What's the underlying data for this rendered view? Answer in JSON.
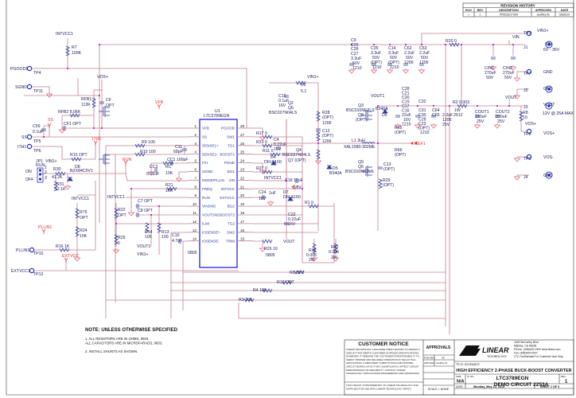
{
  "colors": {
    "wire": "#c0808e",
    "component": "#2a3aa0",
    "net_flag": "#e03030",
    "junction": "#e020e0",
    "ground": "#e06a80"
  },
  "revision_history": {
    "title": "REVISION HISTORY",
    "headers": [
      "ECO",
      "REV",
      "DESCRIPTION",
      "APPROVED",
      "DATE"
    ],
    "rows": [
      [
        "—",
        "1",
        "PRODUCTION",
        "Jeoffrey M.",
        "5/6/2014"
      ]
    ]
  },
  "ic": {
    "ref": "U1",
    "part": "LTC3789EGN",
    "left_pins": [
      [
        "1",
        "VFB"
      ],
      [
        "2",
        "SS"
      ],
      [
        "3",
        "SENSE1+"
      ],
      [
        "4",
        "SENSE1-"
      ],
      [
        "5",
        "ITH"
      ],
      [
        "6",
        "SGND"
      ],
      [
        "7",
        "MODE/PLLIN"
      ],
      [
        "8",
        "FREQ"
      ],
      [
        "9",
        "RUN"
      ],
      [
        "10",
        "VINSNS"
      ],
      [
        "11",
        "VOUTSNS"
      ],
      [
        "12",
        "ILIM"
      ],
      [
        "13",
        "IOSENSE+"
      ],
      [
        "14",
        "IOSENSE-"
      ]
    ],
    "right_pins": [
      [
        "28",
        "PGOOD"
      ],
      [
        "27",
        "SW1"
      ],
      [
        "26",
        "TG1"
      ],
      [
        "25",
        "BOOST1"
      ],
      [
        "24",
        "PGND"
      ],
      [
        "23",
        "BG1"
      ],
      [
        "22",
        "VIN"
      ],
      [
        "21",
        "INTVCC"
      ],
      [
        "20",
        "EXTVCC"
      ],
      [
        "19",
        "BG2"
      ],
      [
        "18",
        "BOOST2"
      ],
      [
        "17",
        "TG2"
      ],
      [
        "16",
        "SW2"
      ],
      [
        "15",
        "TRIM"
      ]
    ]
  },
  "labels": {
    "intvcc_a": "INTVCC1",
    "r7": "R7",
    "r7v": "100K",
    "pgood1": "PGOOD1",
    "tp4": "TP4",
    "sgnd": "SGND",
    "tp11": "TP11",
    "vos_a": "VOS+",
    "rfb1": "RFB1",
    "rfb1v": "113K",
    "cf": "CF",
    "cfv": "OPT",
    "rfb2": "RFB2   8.06K",
    "cf1": "CF1   OPT",
    "c59": "C59",
    "c59v": "0.1uF",
    "ss_flag": "SS",
    "ss": "SS",
    "tp5": "TP5",
    "ith1": "ITH1",
    "tp6": "TP6",
    "ith1_flag": "ITH1",
    "r15": "R15   OPT",
    "r9": "R9        100",
    "r10": "R10      100",
    "vfb_flag": "VFB",
    "c11": "C11",
    "c11v": "68pF",
    "jp1": "JP1",
    "jp1run": "RUN",
    "vin1_a": "VIN1+",
    "on": "ON",
    "off": "OFF",
    "jp1_1": "1",
    "jp1_2": "2",
    "jp1_3": "3",
    "r30": "R30",
    "r30v": "41.2K",
    "d8": "D8",
    "d8v": "BZX84C5V1",
    "r31": "R31",
    "r31v": "12.1K",
    "run_flag": "RUN",
    "cc1": "CC1   100pF",
    "cc2": "CC2",
    "cc2v": "0.01uF",
    "rc": "RC",
    "rcv": "10K",
    "r21": "R21",
    "r21v": "10K",
    "intvcc_b": "INTVCC1",
    "r75": "R75",
    "r75v": "OPT",
    "r24": "R24",
    "r24v": "10K",
    "pllin_flag": "PLLIN1",
    "pllin1": "PLLIN1",
    "tp10": "TP10",
    "r16": "R16  1K",
    "extvcc_flag": "EXTVCC",
    "extvcc1": "EXTVCC1",
    "tp12": "TP12",
    "intvcc_c": "INTVCC1",
    "r22": "R22",
    "r22v": "OPT",
    "r25": "R25",
    "r25v": "0",
    "c7": "C7    OPT",
    "c8": "C8    OPT",
    "r14": "R14",
    "r14v": "100",
    "r13": "R13",
    "r13v": "100",
    "vout1_a": "VOUT1",
    "vin1_b": "VIN1+",
    "c10": "C10",
    "c10v": "4.7uF",
    "c10p": "0805",
    "r5": "R5",
    "r5v": "5.1",
    "vin1_c": "VIN1+",
    "c15": "C15",
    "c15v": "0.1uF",
    "c15r": "16V",
    "q2": "Q2",
    "q6": "Q6",
    "q2v": "BSC027N04LS",
    "r28": "R28",
    "r28v": "(OPT)",
    "r28p": "1206",
    "c12": "C12",
    "c12v": "(OPT)",
    "c12p": "1206",
    "r17": "R17   0",
    "r23": "R23   0",
    "r11": "R11    0",
    "r27": "R27   0",
    "c4": "C4",
    "c4v": "0.22uF",
    "c4r": "16V",
    "d4": "D4",
    "d4v": "DFLS160",
    "q4": "Q4",
    "q4v": "BSC027N04LS",
    "q7": "Q7 (OPT)",
    "d5": "D5",
    "d5v": "B340A",
    "intvcc_d": "INTVCC1",
    "c18": "C18    10uF",
    "c18r": "6.3V",
    "c24": "C24",
    "c24v": "1uF",
    "c24r": "16V",
    "d7": "D7",
    "d7v": "DFLS160",
    "r1": "R1   0",
    "c22": "C22",
    "c22v": "0.22uF",
    "c22r": "16V",
    "r26": "R26  10",
    "r26p": "0805",
    "vout_a": "VOUT",
    "r18": "R18",
    "r18v": "0.006",
    "r18w": "2W",
    "r32": "R32",
    "r32v": "0.006",
    "r32w": "2W",
    "r6": "R6    OPT",
    "r12": "R12  OPT",
    "r4": "R4      100",
    "r3": "R3    100",
    "c9": "C9",
    "c25": "C25",
    "c26": "C26",
    "c27": "C27",
    "c27v": "3.3uF",
    "c27r": "50V",
    "c27p": "1210",
    "c35": "C35",
    "c35v": "3.3uF",
    "c35r": "50V",
    "c35o": "(OPT)",
    "c35p": "1210",
    "c14": "C14",
    "c14v": "3.3uF",
    "c14r": "50V",
    "c14o": "(OPT)",
    "c14p": "1210",
    "c62": "C62",
    "c62v": "2.2uF",
    "c62r": "50V",
    "c62p": "1206",
    "c63": "C63",
    "c63v": "2.2uF",
    "c63r": "50V",
    "c63p": "1206",
    "r20": "R20   0",
    "vin_flag": "VIN",
    "tp3": "TP3",
    "vin1_d": "VIN1+",
    "j1": "J1",
    "vin": "VIN",
    "vin_range": "6V - 36V",
    "cin1": "CIN1",
    "cin1v": "270uF",
    "cin1r": "50V",
    "cin2": "CIN2",
    "cin2v": "270uF",
    "cin2r": "50V",
    "tp7": "TP7",
    "gnd1": "GND",
    "j2": "J2",
    "gnd2": "GND",
    "vout1_b": "VOUT1",
    "q3": "Q3",
    "q3v": "BSC010NE2LS",
    "q8": "Q8",
    "q8v": "(OPT)",
    "b340a": "B340A",
    "d6": "D6",
    "c28": "C28",
    "c21": "C21",
    "c20": "C20",
    "c19": "C19",
    "c17": "C17",
    "c16": "C16",
    "c16v": "22uF",
    "c16r": "16V",
    "c16p": "1210",
    "c32": "C32",
    "c31": "C31",
    "c30": "C30",
    "c29": "C29",
    "c23": "C23",
    "c23v": "(OPT)",
    "c23p": "1210",
    "c64": "C64",
    "c65": "C65",
    "c65v": "2.2uF",
    "c65p": "1206",
    "c65r": "25V",
    "l1": "L1   3uH",
    "l1v": "XAL1580-302ME",
    "r65": "R65",
    "r65v": "(OPT)",
    "iref": "IREF1",
    "r66": "R66",
    "r66v": "(OPT)",
    "q9": "Q9",
    "q5": "Q5",
    "q5v": "BSC010NE2LS",
    "c13": "C13",
    "c13v": "(OPT)",
    "r29": "R29",
    "r29v": "(OPT)",
    "r2": "R2   0.003",
    "r2w": "1W",
    "r2p": "2512",
    "cout1": "COUT1",
    "cout1v": "330uF",
    "cout1r": "25V",
    "cout2": "COUT2",
    "cout2v": "330uF",
    "cout2r": "25V",
    "vout_b": "VOUT",
    "j3": "J3",
    "vout": "VOUT",
    "vout_rating": "12V @ 25A MAX",
    "r8": "R8",
    "r8v": "10",
    "vos_b": "VOS+",
    "tp2": "TP2",
    "vos_plus": "VOS+",
    "tp1": "TP1",
    "vos_minus": "VOS-",
    "j4": "J4",
    "gnd3": "GND"
  },
  "notes": {
    "title": "NOTE: UNLESS OTHERWISE SPECIFIED",
    "lines": [
      "1.  ALL RESISTORS ARE IN OHMS, 0603.",
      "     ALL CAPACITORS ARE IN MICROFARADS, 0603.",
      "2.  INSTALL SHUNTS AS SHOWN."
    ]
  },
  "title_block": {
    "notice_title": "CUSTOMER NOTICE",
    "notice_lines": [
      "LINEAR TECHNOLOGY HAS MADE A BEST EFFORT TO DESIGN A",
      "CIRCUIT THAT MEETS CUSTOMER-SUPPLIED SPECIFICATIONS;",
      "HOWEVER, IT REMAINS THE CUSTOMER'S RESPONSIBILITY TO",
      "VERIFY PROPER AND RELIABLE OPERATION IN THE ACTUAL",
      "APPLICATION. COMPONENT SUBSTITUTION AND PRINTED",
      "CIRCUIT BOARD LAYOUT MAY SIGNIFICANTLY AFFECT CIRCUIT",
      "PERFORMANCE OR RELIABILITY. CONTACT LINEAR",
      "TECHNOLOGY APPLICATIONS ENGINEERING FOR ASSISTANCE."
    ],
    "proprietary_lines": [
      "THIS CIRCUIT IS PROPRIETARY TO LINEAR TECHNOLOGY AND",
      "SUPPLIED FOR USE WITH LINEAR TECHNOLOGY PARTS."
    ],
    "approvals": "APPROVALS",
    "pcb_des_label": "PCB DES.",
    "pcb_des": "KE",
    "app_eng_label": "APP ENG.",
    "app_eng": "Jeoffrey M.",
    "scale": "SCALE = NONE",
    "company": "LINEAR",
    "company_sub": "TECHNOLOGY",
    "address": [
      "1630 McCarthy Blvd.",
      "Milpitas, CA 95035",
      "Phone: (408)432-1900   www.linear.com",
      "Fax: (408)434-0507",
      "LTC Confidential-For Customer Use Only"
    ],
    "title_label": "TITLE:  SCHEMATIC",
    "title": "HIGH EFFICIENCY 2-PHASE BUCK-BOOST CONVERTER",
    "size_label": "SIZE",
    "size": "N/A",
    "icno_label": "IC NO.",
    "ic_no": "LTC3789EGN",
    "demo": "DEMO CIRCUIT 2253A",
    "rev_label": "REV.",
    "rev": "1",
    "date_label": "DATE:",
    "date": "Monday, May 12, 2014",
    "sheet": "SHEET   1   OF   3"
  }
}
